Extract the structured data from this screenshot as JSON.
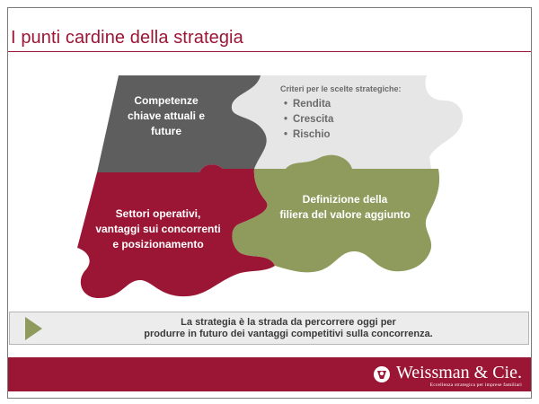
{
  "slide": {
    "title": "I punti cardine della strategia"
  },
  "puzzle": {
    "pieces": [
      {
        "id": "gray",
        "lines": [
          "Competenze",
          "chiave attuali e",
          "future"
        ]
      },
      {
        "id": "crimson",
        "lines": [
          "Settori operativi,",
          "vantaggi sui concorrenti",
          "e posizionamento"
        ]
      },
      {
        "id": "green",
        "lines": [
          "Definizione della",
          "filiera del valore aggiunto"
        ]
      }
    ],
    "criteria": {
      "title": "Criteri per le scelte strategiche:",
      "items": [
        "Rendita",
        "Crescita",
        "Rischio"
      ]
    }
  },
  "message": {
    "line1": "La strategia è la strada da percorrere oggi per",
    "line2": "produrre in futuro dei vantaggi competitivi sulla concorrenza."
  },
  "footer": {
    "logo_name": "Weissman & Cie.",
    "logo_tagline": "Eccellenza strategica per imprese familiari"
  },
  "colors": {
    "brand": "#9b1634",
    "piece_gray": "#5e5e5e",
    "piece_light": "#e6e6e6",
    "piece_crimson": "#9b1634",
    "piece_green": "#8e9b5c"
  }
}
